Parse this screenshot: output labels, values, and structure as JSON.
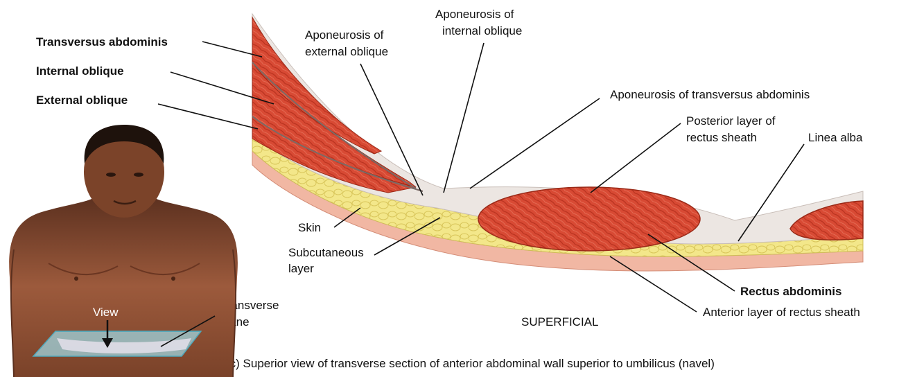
{
  "labels": {
    "transversus_abdominis": "Transversus abdominis",
    "internal_oblique": "Internal oblique",
    "external_oblique": "External oblique",
    "aponeurosis_external_oblique_1": "Aponeurosis of",
    "aponeurosis_external_oblique_2": "external oblique",
    "aponeurosis_internal_oblique_1": "Aponeurosis of",
    "aponeurosis_internal_oblique_2": "internal oblique",
    "aponeurosis_transversus": "Aponeurosis of transversus abdominis",
    "posterior_layer_1": "Posterior layer of",
    "posterior_layer_2": "rectus sheath",
    "linea_alba": "Linea alba",
    "skin": "Skin",
    "subcutaneous_1": "Subcutaneous",
    "subcutaneous_2": "layer",
    "rectus_abdominis": "Rectus abdominis",
    "anterior_layer": "Anterior layer of rectus sheath",
    "superficial": "SUPERFICIAL",
    "transverse_plane_1": "Transverse",
    "transverse_plane_2": "plane",
    "view": "View"
  },
  "caption": "(c) Superior view of transverse section of anterior abdominal wall superior to umbilicus (navel)",
  "colors": {
    "muscle": "#d84a34",
    "muscle_dark": "#b8321f",
    "fat": "#f2e57c",
    "skin": "#f1b7a3",
    "aponeurosis": "#ece6e2",
    "body_skin": "#9c5a3c",
    "plane": "#9fd6e0"
  }
}
